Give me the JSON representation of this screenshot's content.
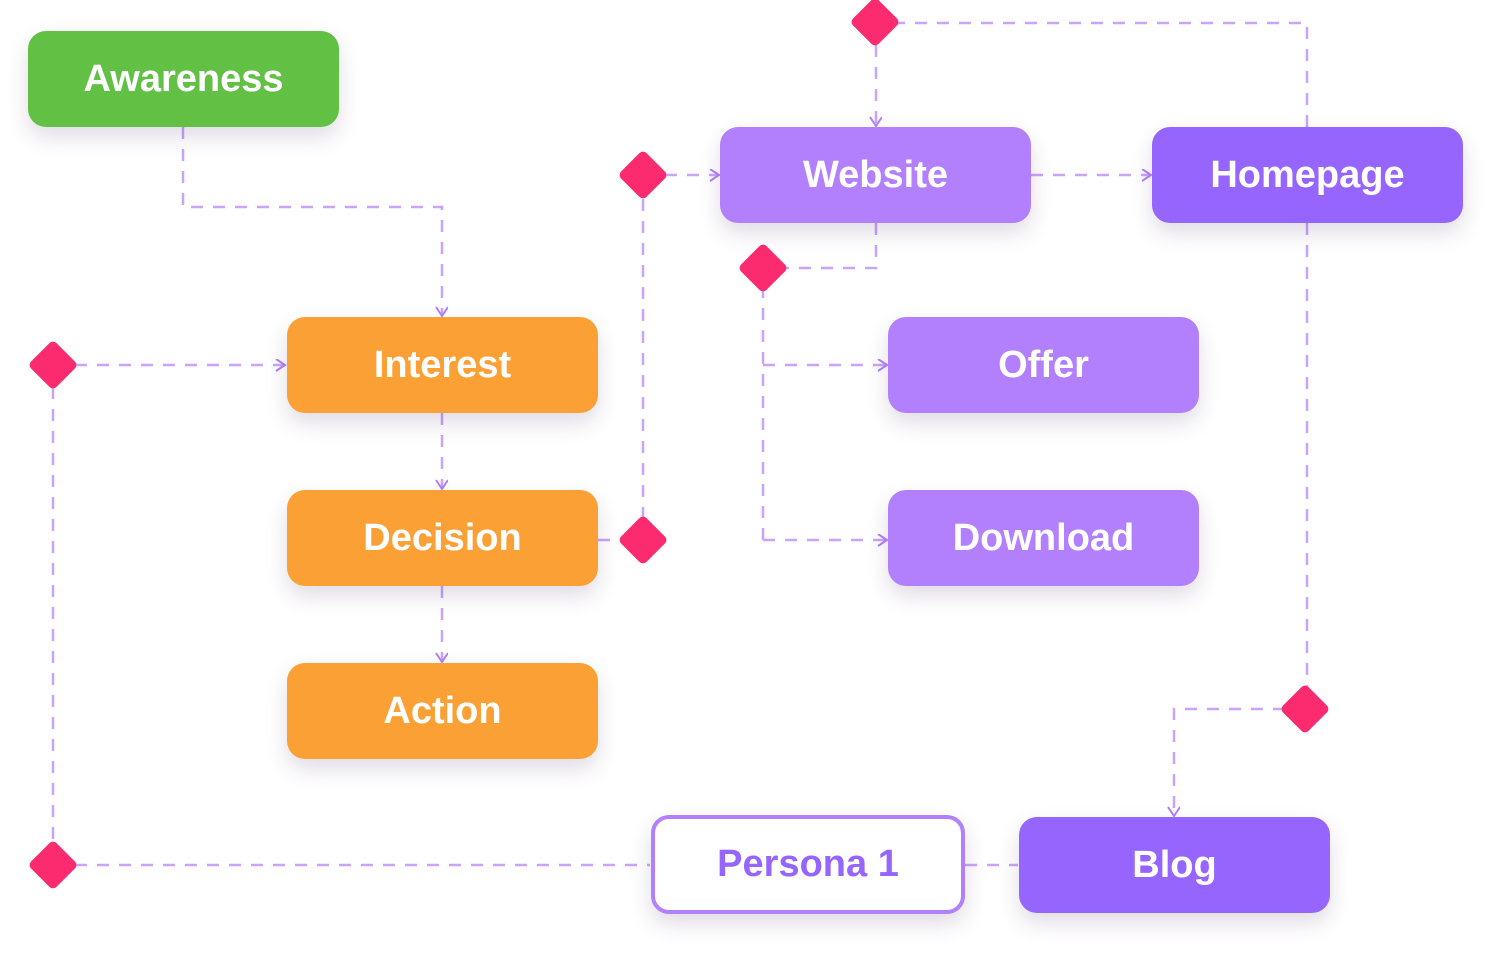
{
  "nodes": {
    "awareness": "Awareness",
    "interest": "Interest",
    "decision": "Decision",
    "action": "Action",
    "website": "Website",
    "homepage": "Homepage",
    "offer": "Offer",
    "download": "Download",
    "persona": "Persona 1",
    "blog": "Blog"
  },
  "colors": {
    "green": "#62c045",
    "orange": "#fba035",
    "violet": "#b27ffd",
    "purple": "#9565fd",
    "connector": "#c9a3fd",
    "diamond": "#fc2a6e"
  }
}
